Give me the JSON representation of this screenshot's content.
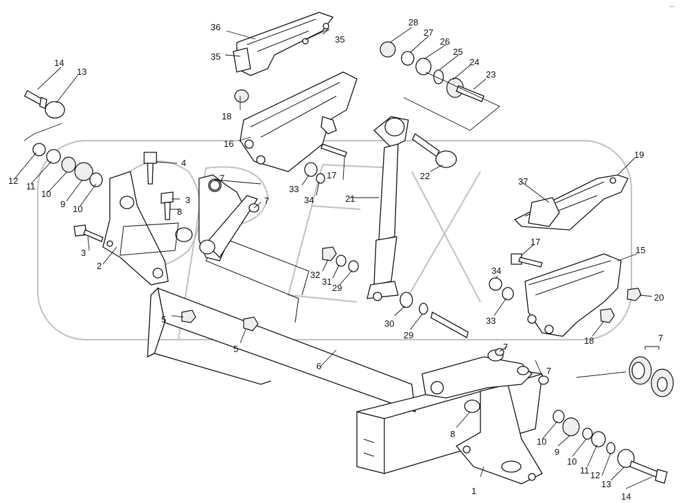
{
  "diagram": {
    "corner_mark": "---",
    "watermark_text": "OPEX",
    "callouts": [
      {
        "id": "c1",
        "text": "1"
      },
      {
        "id": "c2",
        "text": "2"
      },
      {
        "id": "c3a",
        "text": "3"
      },
      {
        "id": "c3b",
        "text": "3"
      },
      {
        "id": "c4",
        "text": "4"
      },
      {
        "id": "c5a",
        "text": "5"
      },
      {
        "id": "c5b",
        "text": "5"
      },
      {
        "id": "c6",
        "text": "6"
      },
      {
        "id": "c7a",
        "text": "7"
      },
      {
        "id": "c7b",
        "text": "7"
      },
      {
        "id": "c7c",
        "text": "7"
      },
      {
        "id": "c7d",
        "text": "7"
      },
      {
        "id": "c7e",
        "text": "7"
      },
      {
        "id": "c8a",
        "text": "8"
      },
      {
        "id": "c8b",
        "text": "8"
      },
      {
        "id": "c9a",
        "text": "9"
      },
      {
        "id": "c9b",
        "text": "9"
      },
      {
        "id": "c10a",
        "text": "10"
      },
      {
        "id": "c10b",
        "text": "10"
      },
      {
        "id": "c10c",
        "text": "10"
      },
      {
        "id": "c10d",
        "text": "10"
      },
      {
        "id": "c11a",
        "text": "11"
      },
      {
        "id": "c11b",
        "text": "11"
      },
      {
        "id": "c12a",
        "text": "12"
      },
      {
        "id": "c12b",
        "text": "12"
      },
      {
        "id": "c13a",
        "text": "13"
      },
      {
        "id": "c13b",
        "text": "13"
      },
      {
        "id": "c14a",
        "text": "14"
      },
      {
        "id": "c14b",
        "text": "14"
      },
      {
        "id": "c15",
        "text": "15"
      },
      {
        "id": "c16",
        "text": "16"
      },
      {
        "id": "c17a",
        "text": "17"
      },
      {
        "id": "c17b",
        "text": "17"
      },
      {
        "id": "c18a",
        "text": "18"
      },
      {
        "id": "c18b",
        "text": "18"
      },
      {
        "id": "c19",
        "text": "19"
      },
      {
        "id": "c20",
        "text": "20"
      },
      {
        "id": "c21",
        "text": "21"
      },
      {
        "id": "c22",
        "text": "22"
      },
      {
        "id": "c23",
        "text": "23"
      },
      {
        "id": "c24",
        "text": "24"
      },
      {
        "id": "c25",
        "text": "25"
      },
      {
        "id": "c26",
        "text": "26"
      },
      {
        "id": "c27",
        "text": "27"
      },
      {
        "id": "c28",
        "text": "28"
      },
      {
        "id": "c29a",
        "text": "29"
      },
      {
        "id": "c29b",
        "text": "29"
      },
      {
        "id": "c30",
        "text": "30"
      },
      {
        "id": "c31",
        "text": "31"
      },
      {
        "id": "c32",
        "text": "32"
      },
      {
        "id": "c33a",
        "text": "33"
      },
      {
        "id": "c33b",
        "text": "33"
      },
      {
        "id": "c34a",
        "text": "34"
      },
      {
        "id": "c34b",
        "text": "34"
      },
      {
        "id": "c35a",
        "text": "35"
      },
      {
        "id": "c35b",
        "text": "35"
      },
      {
        "id": "c36",
        "text": "36"
      },
      {
        "id": "c37",
        "text": "37"
      }
    ]
  }
}
